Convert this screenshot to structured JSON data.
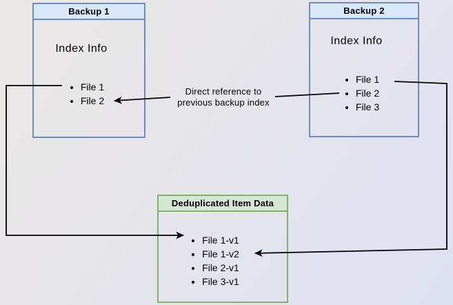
{
  "diagram": {
    "backup1": {
      "title": "Backup 1",
      "body_label": "Index Info",
      "items": [
        "File 1",
        "File 2"
      ]
    },
    "backup2": {
      "title": "Backup 2",
      "body_label": "Index Info",
      "items": [
        "File 1",
        "File 2",
        "File 3"
      ]
    },
    "dedup": {
      "title": "Deduplicated Item Data",
      "items": [
        "File 1-v1",
        "File 1-v2",
        "File 2-v1",
        "File 3-v1"
      ]
    },
    "edge_label": {
      "line1": "Direct reference to",
      "line2": "previous backup index"
    },
    "colors": {
      "backup_header_fill": "#dae8fc",
      "backup_border": "#6c8ebf",
      "dedup_header_fill": "#d5e8d4",
      "dedup_border": "#82b366",
      "connector": "#000000",
      "background_start": "#eae8e6",
      "background_end": "#dee1f2"
    }
  }
}
